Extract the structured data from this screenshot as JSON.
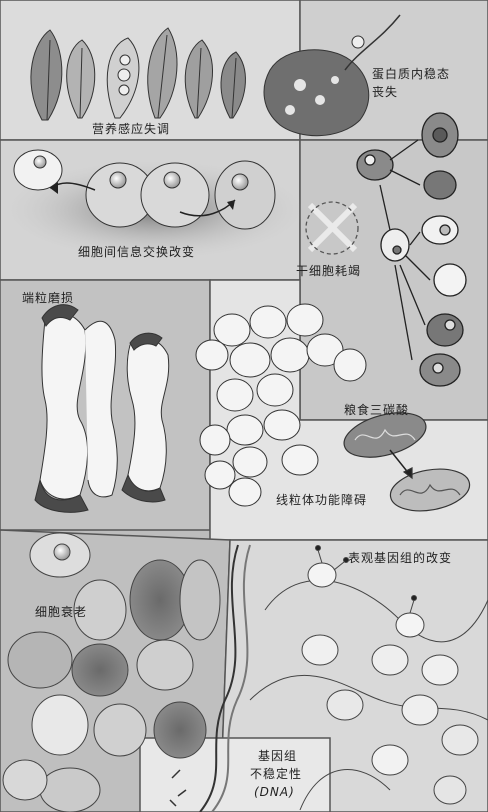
{
  "labels": {
    "nutrient_sensing": "营养感应失调",
    "proteostasis": "蛋白质内稳态",
    "proteostasis_line2": "丧失",
    "intercellular": "细胞间信息交换改变",
    "stem_cell": "干细胞耗竭",
    "telomere": "端粒磨损",
    "mitochondria": "线粒体功能障碍",
    "mitochondria_side": "粮食三碳酸",
    "senescence": "细胞衰老",
    "epigenetic": "表观基因组的改变",
    "genomic_1": "基因组",
    "genomic_2": "不稳定性",
    "genomic_3": "(DNA)"
  },
  "colors": {
    "panel_light": "#e6e6e6",
    "panel_mid": "#c9c9c9",
    "panel_dark": "#a9a9a9",
    "ink": "#222222",
    "cell_fill": "#f3f3f3"
  }
}
